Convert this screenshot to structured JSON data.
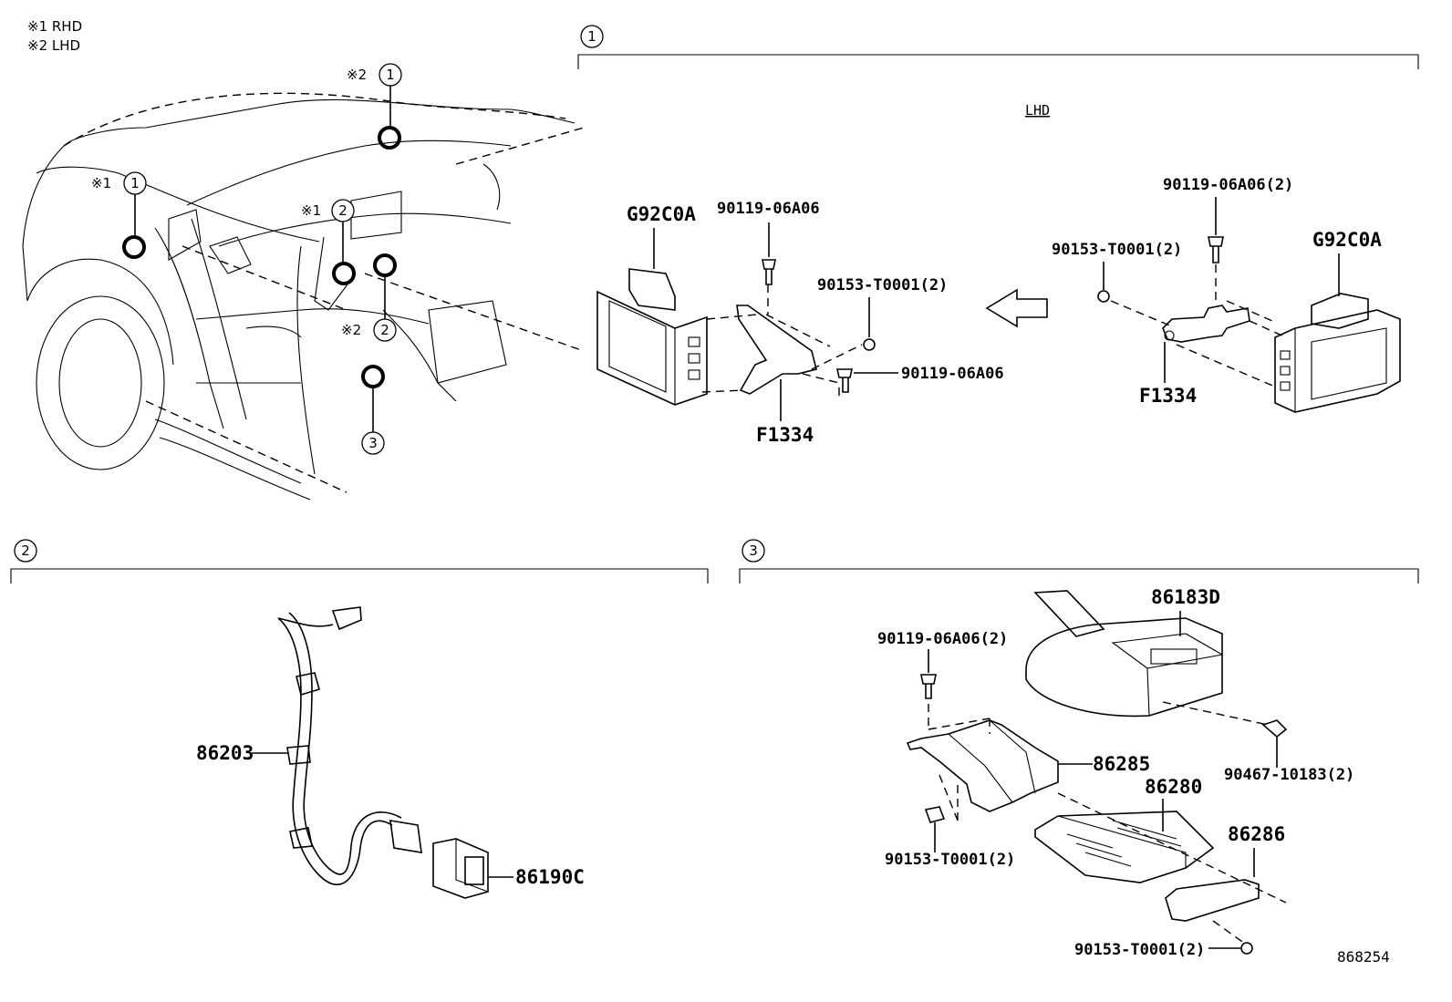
{
  "notes": {
    "note1": "※1 RHD",
    "note2": "※2 LHD"
  },
  "markers": {
    "m1": "※1",
    "m2": "※2",
    "c1": "1",
    "c2": "2",
    "c3": "3"
  },
  "sections": {
    "s1": "1",
    "s2": "2",
    "s3": "3"
  },
  "section1": {
    "variant": "LHD",
    "parts": {
      "g92c0a": "G92C0A",
      "bolt": "90119-06A06",
      "bolt2": "90119-06A06(2)",
      "nut2": "90153-T0001(2)",
      "bracket": "F1334"
    }
  },
  "section2": {
    "harness": "86203",
    "switch": "86190C"
  },
  "section3": {
    "cover": "86183D",
    "bolt2": "90119-06A06(2)",
    "clip": "90467-10183(2)",
    "bracket_upper": "86285",
    "amplifier": "86280",
    "bracket_lower": "86286",
    "nut_left": "90153-T0001(2)",
    "nut_bottom": "90153-T0001(2)"
  },
  "drawing_id": "868254"
}
